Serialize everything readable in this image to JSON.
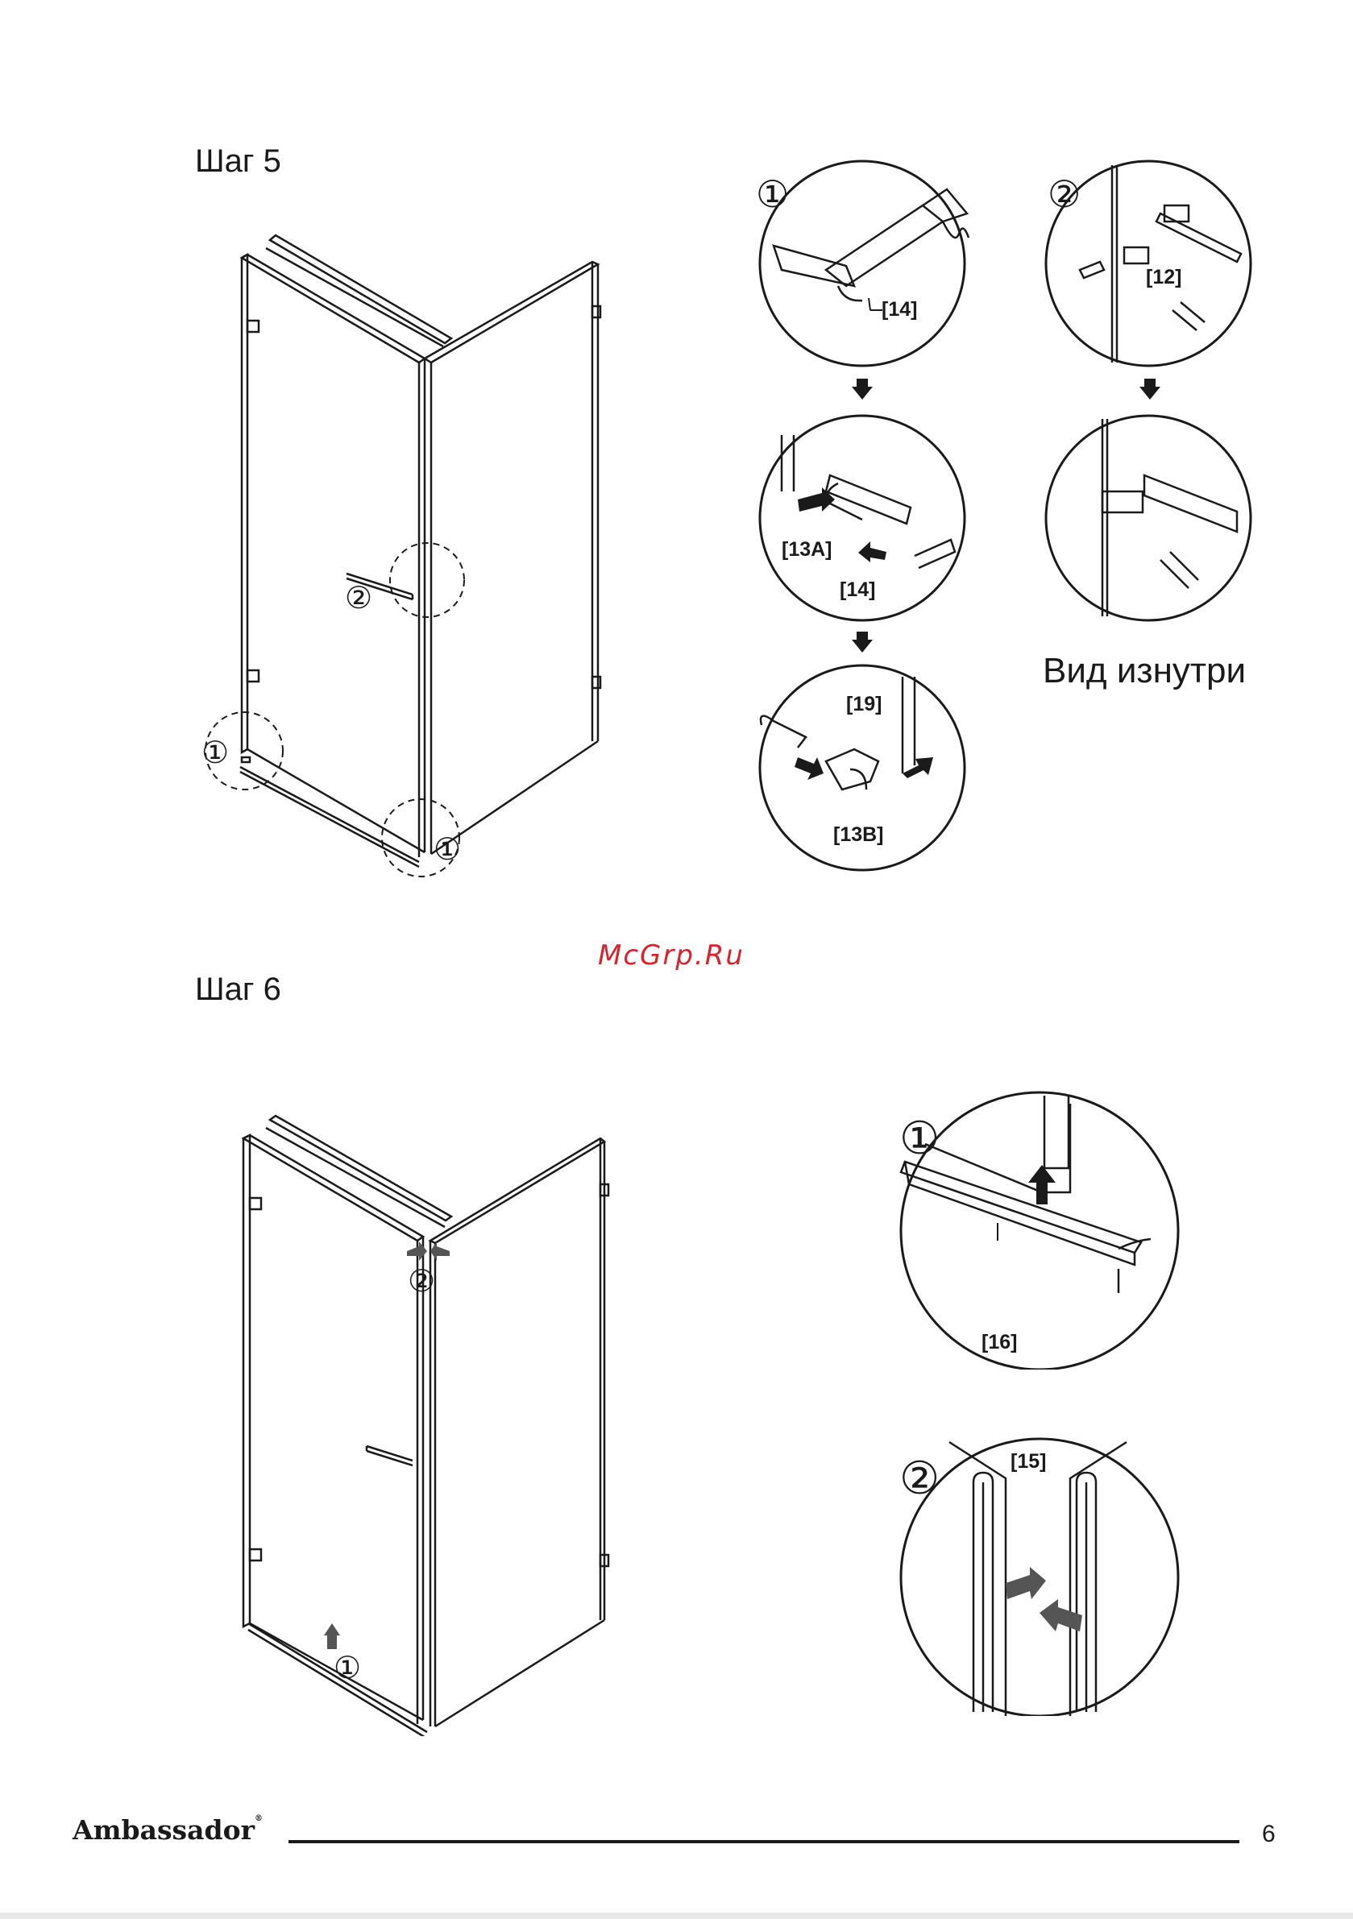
{
  "steps": [
    {
      "title": "Шаг 5",
      "callout_markers": [
        "①",
        "②",
        "①",
        "①"
      ],
      "details": [
        {
          "number": "①",
          "labels": [
            "[14]"
          ]
        },
        {
          "number": "",
          "labels": [
            "[13A]",
            "[14]"
          ]
        },
        {
          "number": "",
          "labels": [
            "[19]",
            "[13B]"
          ]
        },
        {
          "number": "②",
          "labels": [
            "[12]"
          ]
        },
        {
          "number": "",
          "labels": []
        }
      ],
      "inside_view_caption": "Вид изнутри"
    },
    {
      "title": "Шаг 6",
      "callout_markers": [
        "②",
        "①"
      ],
      "details": [
        {
          "number": "①",
          "labels": [
            "[16]"
          ]
        },
        {
          "number": "②",
          "labels": [
            "[15]"
          ]
        }
      ]
    }
  ],
  "watermark": "McGrp.Ru",
  "footer": {
    "brand": "Ambassador",
    "registered": "®",
    "page_number": "6"
  },
  "colors": {
    "ink": "#1a1a1a",
    "watermark": "#d8232a",
    "arrow_fill": "#555555"
  }
}
